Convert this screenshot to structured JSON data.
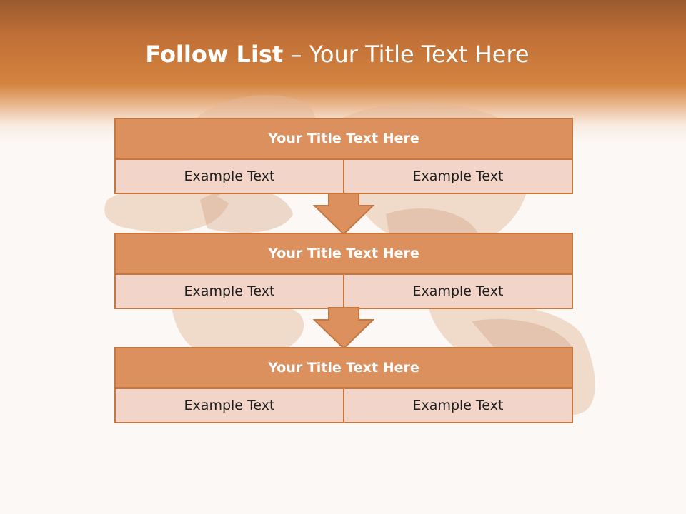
{
  "slide": {
    "title_bold": "Follow List",
    "title_rest": "– Your Title Text Here"
  },
  "steps": [
    {
      "title": "Your Title Text Here",
      "left": "Example Text",
      "right": "Example Text"
    },
    {
      "title": "Your Title Text Here",
      "left": "Example Text",
      "right": "Example Text"
    },
    {
      "title": "Your Title Text Here",
      "left": "Example Text",
      "right": "Example Text"
    }
  ],
  "colors": {
    "header": "#d4843f",
    "title_box": "#dc905d",
    "cell": "#f2d5c8",
    "border": "#c8763f",
    "arrow": "#dc905d"
  }
}
